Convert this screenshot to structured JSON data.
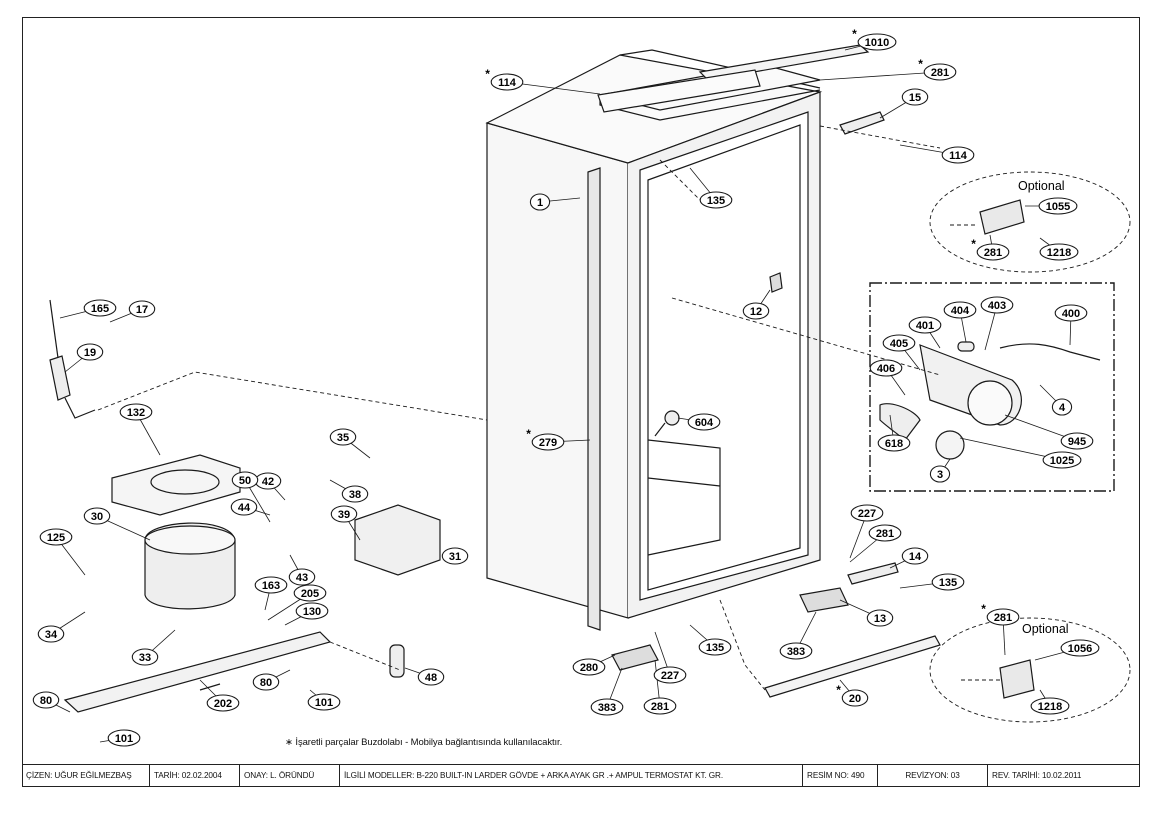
{
  "diagram": {
    "part_labels": [
      {
        "id": "lbl-1",
        "text": "1"
      },
      {
        "id": "lbl-3",
        "text": "3"
      },
      {
        "id": "lbl-4",
        "text": "4"
      },
      {
        "id": "lbl-12",
        "text": "12"
      },
      {
        "id": "lbl-13",
        "text": "13"
      },
      {
        "id": "lbl-14",
        "text": "14"
      },
      {
        "id": "lbl-15",
        "text": "15"
      },
      {
        "id": "lbl-17",
        "text": "17"
      },
      {
        "id": "lbl-19",
        "text": "19"
      },
      {
        "id": "lbl-20",
        "text": "20"
      },
      {
        "id": "lbl-30",
        "text": "30"
      },
      {
        "id": "lbl-31",
        "text": "31"
      },
      {
        "id": "lbl-33",
        "text": "33"
      },
      {
        "id": "lbl-34",
        "text": "34"
      },
      {
        "id": "lbl-35",
        "text": "35"
      },
      {
        "id": "lbl-38",
        "text": "38"
      },
      {
        "id": "lbl-39",
        "text": "39"
      },
      {
        "id": "lbl-42",
        "text": "42"
      },
      {
        "id": "lbl-43",
        "text": "43"
      },
      {
        "id": "lbl-44",
        "text": "44"
      },
      {
        "id": "lbl-48",
        "text": "48"
      },
      {
        "id": "lbl-50",
        "text": "50"
      },
      {
        "id": "lbl-80a",
        "text": "80"
      },
      {
        "id": "lbl-80b",
        "text": "80"
      },
      {
        "id": "lbl-101a",
        "text": "101"
      },
      {
        "id": "lbl-101b",
        "text": "101"
      },
      {
        "id": "lbl-114a",
        "text": "114"
      },
      {
        "id": "lbl-114b",
        "text": "114"
      },
      {
        "id": "lbl-125",
        "text": "125"
      },
      {
        "id": "lbl-130",
        "text": "130"
      },
      {
        "id": "lbl-132",
        "text": "132"
      },
      {
        "id": "lbl-135a",
        "text": "135"
      },
      {
        "id": "lbl-135b",
        "text": "135"
      },
      {
        "id": "lbl-135c",
        "text": "135"
      },
      {
        "id": "lbl-163",
        "text": "163"
      },
      {
        "id": "lbl-165",
        "text": "165"
      },
      {
        "id": "lbl-202",
        "text": "202"
      },
      {
        "id": "lbl-205",
        "text": "205"
      },
      {
        "id": "lbl-227a",
        "text": "227"
      },
      {
        "id": "lbl-227b",
        "text": "227"
      },
      {
        "id": "lbl-279",
        "text": "279"
      },
      {
        "id": "lbl-280",
        "text": "280"
      },
      {
        "id": "lbl-281a",
        "text": "281"
      },
      {
        "id": "lbl-281b",
        "text": "281"
      },
      {
        "id": "lbl-281c",
        "text": "281"
      },
      {
        "id": "lbl-281d",
        "text": "281"
      },
      {
        "id": "lbl-281e",
        "text": "281"
      },
      {
        "id": "lbl-383a",
        "text": "383"
      },
      {
        "id": "lbl-383b",
        "text": "383"
      },
      {
        "id": "lbl-400",
        "text": "400"
      },
      {
        "id": "lbl-401",
        "text": "401"
      },
      {
        "id": "lbl-403",
        "text": "403"
      },
      {
        "id": "lbl-404",
        "text": "404"
      },
      {
        "id": "lbl-405",
        "text": "405"
      },
      {
        "id": "lbl-406",
        "text": "406"
      },
      {
        "id": "lbl-604",
        "text": "604"
      },
      {
        "id": "lbl-618",
        "text": "618"
      },
      {
        "id": "lbl-945",
        "text": "945"
      },
      {
        "id": "lbl-1010",
        "text": "1010"
      },
      {
        "id": "lbl-1025",
        "text": "1025"
      },
      {
        "id": "lbl-1055",
        "text": "1055"
      },
      {
        "id": "lbl-1056",
        "text": "1056"
      },
      {
        "id": "lbl-1218a",
        "text": "1218"
      },
      {
        "id": "lbl-1218b",
        "text": "1218"
      }
    ],
    "optional_top": "Optional",
    "optional_bottom": "Optional",
    "asterisk": "*"
  },
  "note": "∗ İşaretli parçalar Buzdolabı - Mobilya bağlantısında kullanılacaktır.",
  "title_block": {
    "drawn_by": "ÇİZEN: UĞUR EĞİLMEZBAŞ",
    "date": "TARİH: 02.02.2004",
    "approved": "ONAY: L. ÖRÜNDÜ",
    "models": "İLGİLİ MODELLER: B-220 BUILT-IN LARDER  GÖVDE + ARKA AYAK GR .+ AMPUL TERMOSTAT KT. GR.",
    "drawing_no": "RESİM NO: 490",
    "revision": "REVİZYON: 03",
    "revision_date": "REV. TARİHİ:   10.02.2011"
  }
}
